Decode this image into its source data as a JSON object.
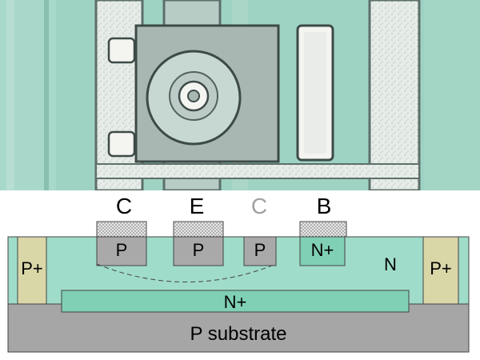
{
  "photo": {
    "description_icon": "die-micrograph-icon"
  },
  "terminals": {
    "collector_left": "C",
    "emitter": "E",
    "collector_right": "C",
    "base": "B"
  },
  "regions": {
    "p_left": "P",
    "p_center": "P",
    "p_right": "P",
    "n_plus_base": "N+",
    "n_well": "N",
    "p_plus_left": "P+",
    "p_plus_right": "P+",
    "n_plus_buried": "N+",
    "substrate": "P substrate"
  },
  "colors": {
    "n_region": "#9fdcc9",
    "n_plus": "#7fd0b4",
    "p_region": "#a9a9a9",
    "p_plus": "#d9d6a8",
    "substrate": "#a6a6a6",
    "metal_contact": "#d8d8d8",
    "faded_label": "#a0a0a0"
  }
}
